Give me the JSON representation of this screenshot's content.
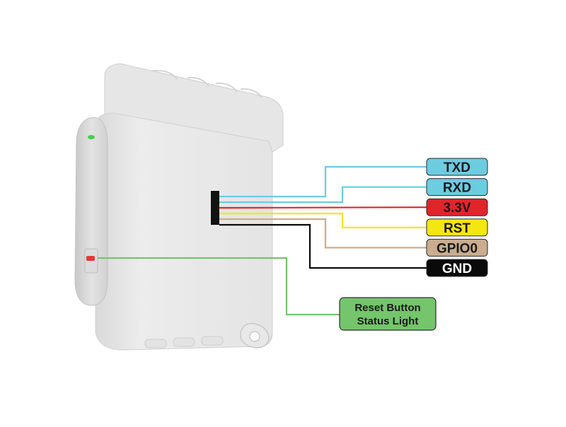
{
  "pins": [
    {
      "label": "TXD",
      "color": "#6ccce0",
      "text_color": "#1a1a1a"
    },
    {
      "label": "RXD",
      "color": "#6ccce0",
      "text_color": "#1a1a1a"
    },
    {
      "label": "3.3V",
      "color": "#e2242b",
      "text_color": "#1a1a1a"
    },
    {
      "label": "RST",
      "color": "#f4e60f",
      "text_color": "#1a1a1a"
    },
    {
      "label": "GPIO0",
      "color": "#c9ad8e",
      "text_color": "#1a1a1a"
    },
    {
      "label": "GND",
      "color": "#0a0a0a",
      "text_color": "#ffffff"
    }
  ],
  "callout": {
    "line1": "Reset Button",
    "line2": "Status Light",
    "color": "#74c56c"
  },
  "device": {
    "body_color": "#e9e9e9",
    "status_led_color": "#3fd04a",
    "reset_button_color": "#e23a3a"
  }
}
